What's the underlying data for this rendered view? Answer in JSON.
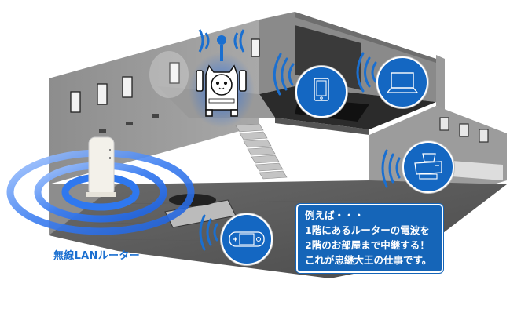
{
  "diagram": {
    "title": "Wi-Fi repeater relaying router signal to second floor",
    "router": {
      "label": "無線LANルーター",
      "icon": "wireless-router-icon",
      "location": "1st floor living room"
    },
    "repeater": {
      "icon": "cat-repeater-mascot-icon",
      "location": "2nd floor landing"
    },
    "devices": [
      {
        "name": "tablet",
        "icon": "tablet-icon",
        "location": "2nd floor bedroom"
      },
      {
        "name": "laptop",
        "icon": "laptop-icon",
        "location": "2nd floor bedroom"
      },
      {
        "name": "printer",
        "icon": "printer-icon",
        "location": "1st floor side room"
      },
      {
        "name": "handheld game console",
        "icon": "game-console-icon",
        "location": "1st floor living room"
      }
    ],
    "callout": {
      "lines": [
        "例えば・・・",
        "1階にあるルーターの電波を",
        "2階のお部屋まで中継する！",
        "これが忠継大王の仕事です。"
      ]
    },
    "colors": {
      "accent_blue": "#1565b8",
      "label_blue": "#1a6fd0",
      "house_gray": "#7a7a7a"
    }
  }
}
